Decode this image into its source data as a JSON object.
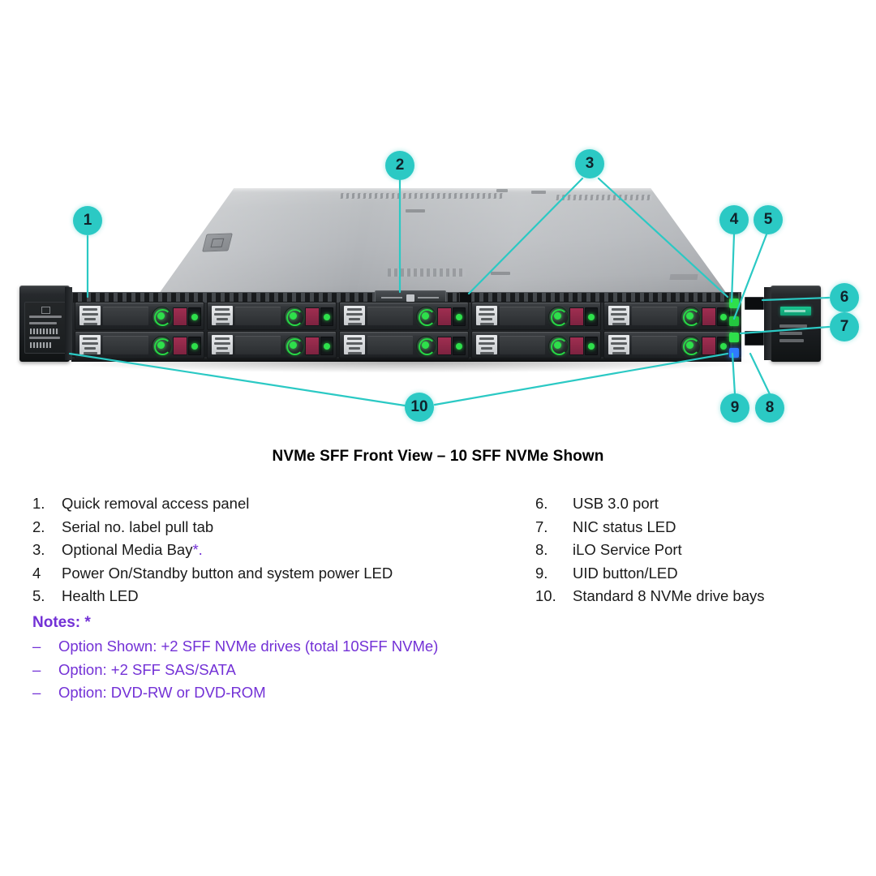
{
  "caption": "NVMe SFF Front View – 10 SFF NVMe Shown",
  "callouts": [
    {
      "n": "1"
    },
    {
      "n": "2"
    },
    {
      "n": "3"
    },
    {
      "n": "4"
    },
    {
      "n": "5"
    },
    {
      "n": "6"
    },
    {
      "n": "7"
    },
    {
      "n": "8"
    },
    {
      "n": "9"
    },
    {
      "n": "10"
    }
  ],
  "legend_left": [
    {
      "num": "1.",
      "text": "Quick removal access panel",
      "star": ""
    },
    {
      "num": "2.",
      "text": "Serial no. label pull tab",
      "star": ""
    },
    {
      "num": "3.",
      "text": "Optional Media Bay",
      "star": "*."
    },
    {
      "num": "4",
      "text": "Power On/Standby button and system power LED",
      "star": ""
    },
    {
      "num": "5.",
      "text": "Health LED",
      "star": ""
    }
  ],
  "legend_right": [
    {
      "num": "6.",
      "text": "USB 3.0 port"
    },
    {
      "num": "7.",
      "text": "NIC status LED"
    },
    {
      "num": "8.",
      "text": "iLO Service Port"
    },
    {
      "num": "9.",
      "text": "UID button/LED"
    },
    {
      "num": "10.",
      "text": "Standard 8 NVMe drive bays"
    }
  ],
  "notes": {
    "title": "Notes: *",
    "items": [
      {
        "dash": "–",
        "text": "Option Shown: +2 SFF NVMe drives (total 10SFF NVMe)"
      },
      {
        "dash": "–",
        "text": "Option: +2 SFF SAS/SATA"
      },
      {
        "dash": "–",
        "text": "Option: DVD-RW or DVD-ROM"
      }
    ]
  },
  "colors": {
    "callout_teal": "#2bc9c4",
    "notes_purple": "#7331d6",
    "drive_led_green": "#2ee04b",
    "drive_magenta": "#a02e51",
    "uid_blue": "#2f7bff",
    "hpe_green": "#19c48f"
  },
  "server": {
    "drive_bay_rows": 2,
    "drive_bay_columns": 5,
    "drive_bay_total": 10
  }
}
